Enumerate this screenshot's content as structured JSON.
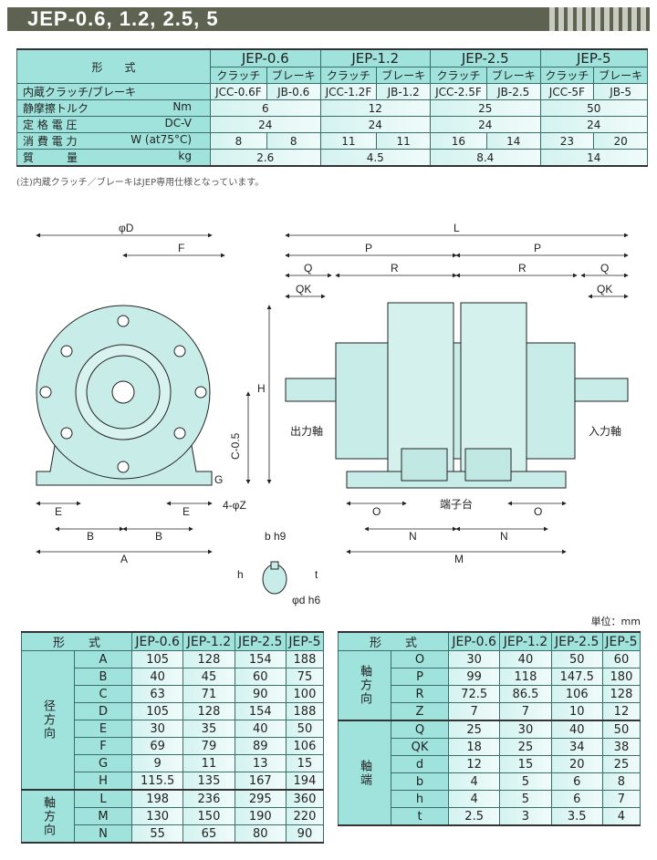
{
  "title": "JEP-0.6, 1.2, 2.5, 5",
  "spec": {
    "model_label": "形　　式",
    "models": [
      "JEP-0.6",
      "JEP-1.2",
      "JEP-2.5",
      "JEP-5"
    ],
    "sub": [
      "クラッチ",
      "ブレーキ"
    ],
    "rows": [
      {
        "label": "内蔵クラッチ/ブレーキ",
        "unit": "",
        "values": [
          "JCC-0.6F",
          "JB-0.6",
          "JCC-1.2F",
          "JB-1.2",
          "JCC-2.5F",
          "JB-2.5",
          "JCC-5F",
          "JB-5"
        ]
      },
      {
        "label": "静摩擦トルク",
        "unit": "Nm",
        "values": [
          "6",
          "12",
          "25",
          "50"
        ]
      },
      {
        "label": "定 格 電 圧",
        "unit": "DC-V",
        "values": [
          "24",
          "24",
          "24",
          "24"
        ]
      },
      {
        "label": "消 費 電 力",
        "unit": "W (at75°C)",
        "values": [
          "8",
          "8",
          "11",
          "11",
          "16",
          "14",
          "23",
          "20"
        ]
      },
      {
        "label": "質　　　量",
        "unit": "kg",
        "values": [
          "2.6",
          "4.5",
          "8.4",
          "14"
        ]
      }
    ],
    "note": "(注)内蔵クラッチ／ブレーキはJEP専用仕様となっています。"
  },
  "drawing": {
    "phiD": "φD",
    "F": "F",
    "H": "H",
    "C": "C-0.5",
    "G": "G",
    "E": "E",
    "B": "B",
    "A": "A",
    "Z": "4-φZ",
    "L": "L",
    "P": "P",
    "Q": "Q",
    "R": "R",
    "QK": "QK",
    "O": "O",
    "N": "N",
    "M": "M",
    "out": "出力軸",
    "in": "入力軸",
    "term": "端子台",
    "b": "b h9",
    "h": "h",
    "t": "t",
    "d": "φd h6"
  },
  "unit": "単位：mm",
  "dimL": {
    "header": [
      "形　　式",
      "JEP-0.6",
      "JEP-1.2",
      "JEP-2.5",
      "JEP-5"
    ],
    "groups": [
      {
        "name": "径方向",
        "rows": [
          [
            "A",
            "105",
            "128",
            "154",
            "188"
          ],
          [
            "B",
            "40",
            "45",
            "60",
            "75"
          ],
          [
            "C",
            "63",
            "71",
            "90",
            "100"
          ],
          [
            "D",
            "105",
            "128",
            "154",
            "188"
          ],
          [
            "E",
            "30",
            "35",
            "40",
            "50"
          ],
          [
            "F",
            "69",
            "79",
            "89",
            "106"
          ],
          [
            "G",
            "9",
            "11",
            "13",
            "15"
          ],
          [
            "H",
            "115.5",
            "135",
            "167",
            "194"
          ]
        ]
      },
      {
        "name": "軸方向",
        "rows": [
          [
            "L",
            "198",
            "236",
            "295",
            "360"
          ],
          [
            "M",
            "130",
            "150",
            "190",
            "220"
          ],
          [
            "N",
            "55",
            "65",
            "80",
            "90"
          ]
        ]
      }
    ]
  },
  "dimR": {
    "header": [
      "形　　式",
      "JEP-0.6",
      "JEP-1.2",
      "JEP-2.5",
      "JEP-5"
    ],
    "groups": [
      {
        "name": "軸方向",
        "rows": [
          [
            "O",
            "30",
            "40",
            "50",
            "60"
          ],
          [
            "P",
            "99",
            "118",
            "147.5",
            "180"
          ],
          [
            "R",
            "72.5",
            "86.5",
            "106",
            "128"
          ],
          [
            "Z",
            "7",
            "7",
            "10",
            "12"
          ]
        ]
      },
      {
        "name": "軸端",
        "rows": [
          [
            "Q",
            "25",
            "30",
            "40",
            "50"
          ],
          [
            "QK",
            "18",
            "25",
            "34",
            "38"
          ],
          [
            "d",
            "12",
            "15",
            "20",
            "25"
          ],
          [
            "b",
            "4",
            "5",
            "6",
            "8"
          ],
          [
            "h",
            "4",
            "5",
            "6",
            "7"
          ],
          [
            "t",
            "2.5",
            "3",
            "3.5",
            "4"
          ]
        ]
      }
    ]
  }
}
